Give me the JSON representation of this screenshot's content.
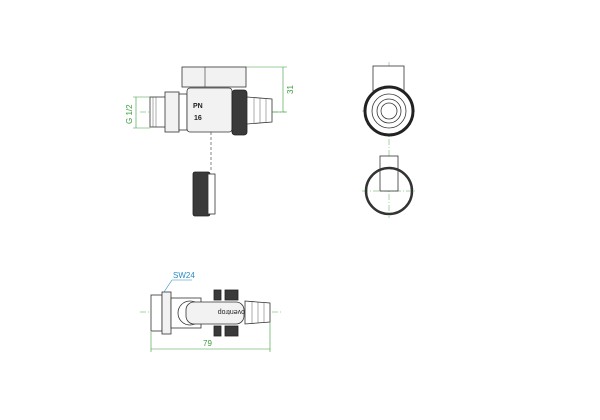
{
  "views": {
    "side": {
      "pressure_label": "PN",
      "pressure_value": "16",
      "thread_dim": "G 1/2",
      "height_dim": "31"
    },
    "end": {},
    "top": {
      "wrench_size": "SW24",
      "length_dim": "79",
      "brand": "oventrop"
    }
  },
  "colors": {
    "dimension": "#3a9a3a",
    "callout": "#2a8ac0",
    "line": "#333333"
  }
}
